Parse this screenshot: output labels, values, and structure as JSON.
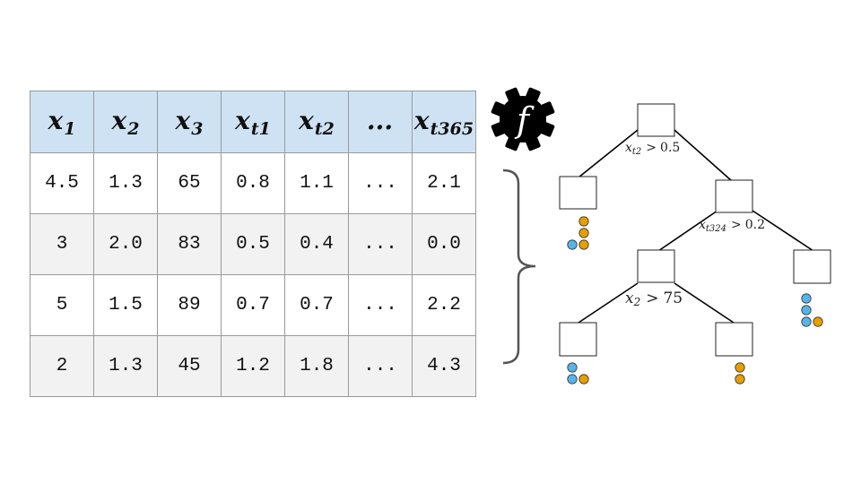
{
  "table": {
    "headers": [
      {
        "var": "x",
        "sub": "1"
      },
      {
        "var": "x",
        "sub": "2"
      },
      {
        "var": "x",
        "sub": "3"
      },
      {
        "var": "x",
        "sub": "t1"
      },
      {
        "var": "x",
        "sub": "t2"
      },
      {
        "var": "...",
        "sub": ""
      },
      {
        "var": "x",
        "sub": "t365"
      }
    ],
    "rows": [
      [
        "4.5",
        "1.3",
        "65",
        "0.8",
        "1.1",
        "...",
        "2.1"
      ],
      [
        "3",
        "2.0",
        "83",
        "0.5",
        "0.4",
        "...",
        "0.0"
      ],
      [
        "5",
        "1.5",
        "89",
        "0.7",
        "0.7",
        "...",
        "2.2"
      ],
      [
        "2",
        "1.3",
        "45",
        "1.2",
        "1.8",
        "...",
        "4.3"
      ]
    ]
  },
  "gear_label": "f",
  "tree": {
    "conditions": [
      {
        "var": "x",
        "sub": "t2",
        "op": ">",
        "value": "0.5"
      },
      {
        "var": "x",
        "sub": "t324",
        "op": ">",
        "value": "0.2"
      },
      {
        "var": "x",
        "sub": "2",
        "op": ">",
        "value": "75"
      }
    ],
    "leaves": [
      [
        "orange",
        "orange",
        "blue",
        "orange"
      ],
      [
        "blue",
        "blue",
        "blue",
        "orange"
      ],
      [
        "blue",
        "blue",
        "orange"
      ],
      [
        "orange",
        "orange"
      ]
    ]
  },
  "colors": {
    "header_bg": "#cfe2f3",
    "alt_row_bg": "#f2f2f2",
    "blue_dot": "#56b4e9",
    "orange_dot": "#e69f00"
  }
}
